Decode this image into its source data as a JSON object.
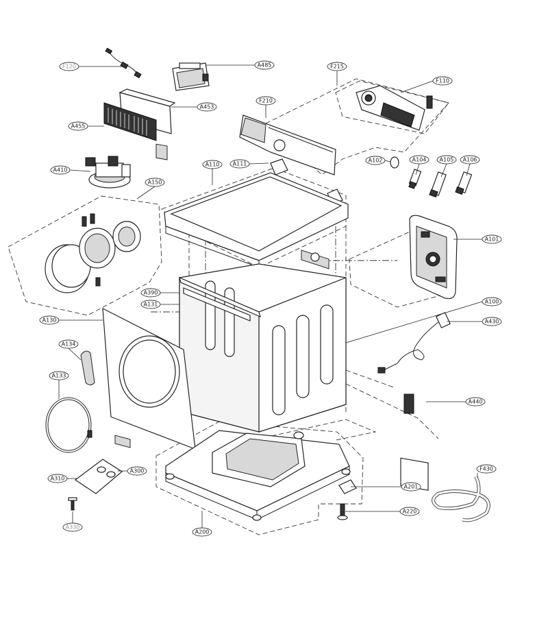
{
  "callouts": {
    "F120": "F120",
    "A485": "A485",
    "F215": "F215",
    "F110": "F110",
    "A453": "A453",
    "F210": "F210",
    "A455": "A455",
    "A410": "A410",
    "A110": "A110",
    "A111": "A111",
    "A102": "A102",
    "A104": "A104",
    "A105": "A105",
    "A106": "A106",
    "A150": "A150",
    "A101": "A101",
    "A390": "A390",
    "A131": "A131",
    "A100": "A100",
    "A130": "A130",
    "A430": "A430",
    "A134": "A134",
    "A133": "A133",
    "A440": "A440",
    "A300": "A300",
    "A310": "A310",
    "A201": "A201",
    "F430": "F430",
    "A220": "A220",
    "A330": "A330",
    "A200": "A200"
  }
}
